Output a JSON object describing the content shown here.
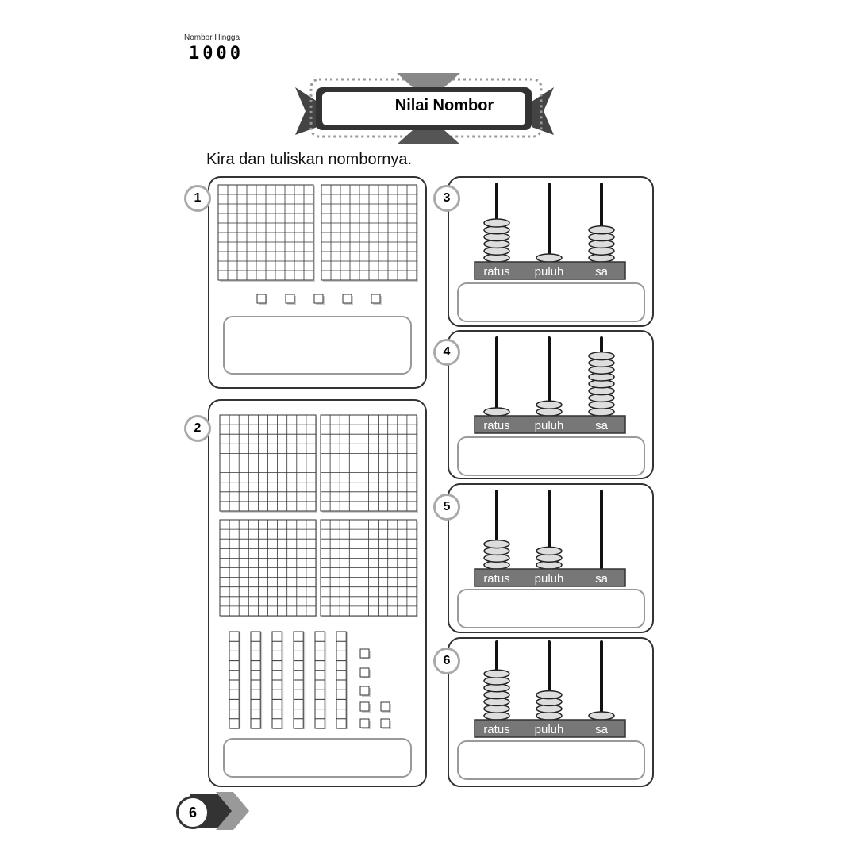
{
  "header": {
    "topic_label": "Nombor Hingga",
    "topic_number": "1000"
  },
  "title": "Nilai Nombor",
  "instruction": "Kira dan tuliskan nombornya.",
  "place_labels": {
    "hundreds": "ratus",
    "tens": "puluh",
    "ones": "sa"
  },
  "block_questions": [
    {
      "number": "1",
      "hundreds": 2,
      "tens": 0,
      "ones": 5,
      "answer": ""
    },
    {
      "number": "2",
      "hundreds": 4,
      "tens": 6,
      "ones": 7,
      "answer": ""
    }
  ],
  "abacus_questions": [
    {
      "number": "3",
      "ratus": 6,
      "puluh": 1,
      "sa": 5,
      "answer": ""
    },
    {
      "number": "4",
      "ratus": 1,
      "puluh": 2,
      "sa": 9,
      "answer": ""
    },
    {
      "number": "5",
      "ratus": 4,
      "puluh": 3,
      "sa": 0,
      "answer": ""
    },
    {
      "number": "6",
      "ratus": 7,
      "puluh": 4,
      "sa": 1,
      "answer": ""
    }
  ],
  "page_number": "6"
}
